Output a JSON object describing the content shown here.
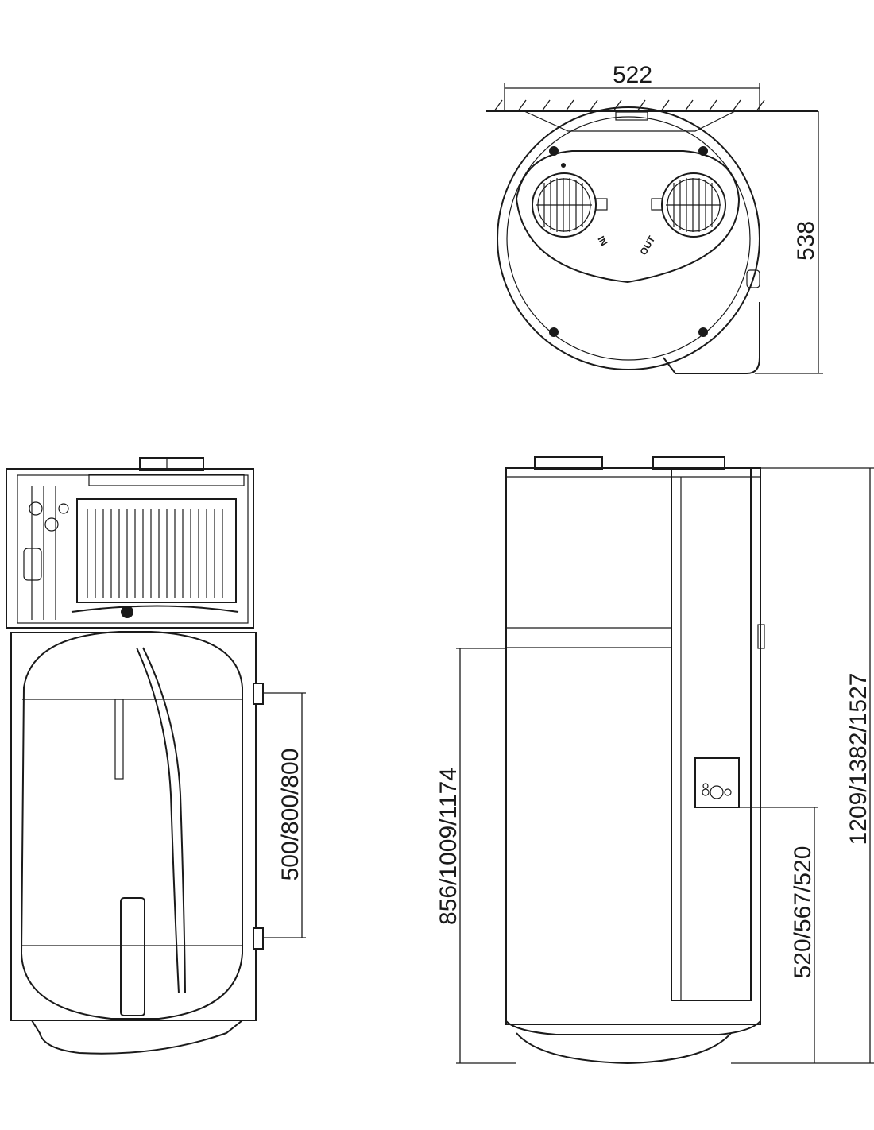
{
  "dimensions": {
    "top_width": "522",
    "top_depth": "538",
    "connection_spacing": "500/800/800",
    "connection_height": "856/1009/1174",
    "total_height": "1209/1382/1527",
    "sensor_height": "520/567/520"
  },
  "port_labels": {
    "inlet": "IN",
    "outlet": "OUT"
  }
}
